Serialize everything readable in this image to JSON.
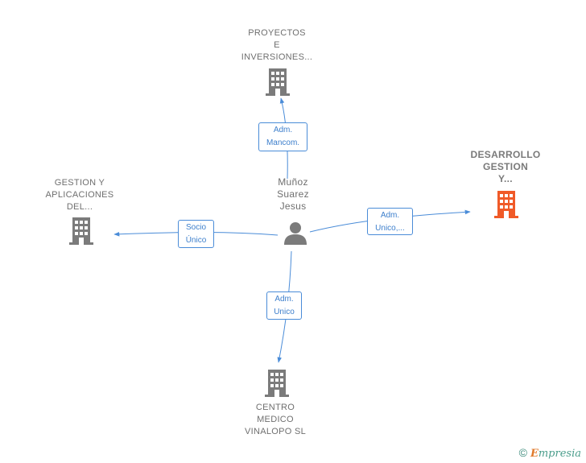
{
  "nodes": {
    "center": {
      "label": "Muñoz\nSuarez\nJesus",
      "icon": "person-icon"
    },
    "top": {
      "label": "PROYECTOS\nE\nINVERSIONES...",
      "icon": "building-icon"
    },
    "left": {
      "label": "GESTION Y\nAPLICACIONES\nDEL...",
      "icon": "building-icon"
    },
    "right": {
      "label": "DESARROLLO\nGESTION\nY...",
      "icon": "building-icon"
    },
    "bottom": {
      "label": "CENTRO\nMEDICO\nVINALOPO SL",
      "icon": "building-icon"
    }
  },
  "edges": {
    "top": {
      "label": "Adm.\nMancom."
    },
    "left": {
      "label": "Socio\nÚnico"
    },
    "right": {
      "label": "Adm.\nUnico,..."
    },
    "bottom": {
      "label": "Adm.\nUnico"
    }
  },
  "colors": {
    "edge": "#4a8cd8",
    "building": "#7b7b7b",
    "building_focus": "#f05a28",
    "person": "#7b7b7b"
  },
  "footer": {
    "copyright": "©",
    "brand_first": "E",
    "brand_rest": "mpresia"
  }
}
